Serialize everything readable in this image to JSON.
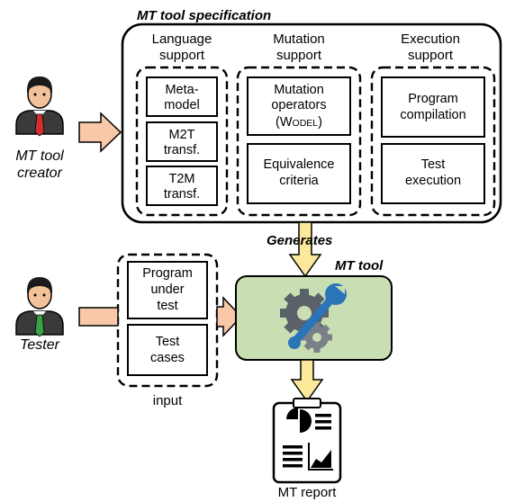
{
  "spec_title": "MT tool specification",
  "language_support": {
    "heading": [
      "Language",
      "support"
    ],
    "items": [
      {
        "lines": [
          "Meta-",
          "model"
        ]
      },
      {
        "lines": [
          "M2T",
          "transf."
        ]
      },
      {
        "lines": [
          "T2M",
          "transf."
        ]
      }
    ]
  },
  "mutation_support": {
    "heading": [
      "Mutation",
      "support"
    ],
    "items": [
      {
        "lines": [
          "Mutation",
          "operators"
        ],
        "paren_line": {
          "open": "(",
          "big1": "W",
          "small": "ODEL",
          "close": ")"
        }
      },
      {
        "lines": [
          "Equivalence",
          "criteria"
        ]
      }
    ]
  },
  "execution_support": {
    "heading": [
      "Execution",
      "support"
    ],
    "items": [
      {
        "lines": [
          "Program",
          "compilation"
        ]
      },
      {
        "lines": [
          "Test",
          "execution"
        ]
      }
    ]
  },
  "actors": {
    "creator": [
      "MT tool",
      "creator"
    ],
    "tester": "Tester"
  },
  "generates_label": "Generates",
  "input_box": {
    "items": [
      {
        "lines": [
          "Program",
          "under",
          "test"
        ]
      },
      {
        "lines": [
          "Test",
          "cases"
        ]
      }
    ],
    "label": "input"
  },
  "mt_tool_label": "MT tool",
  "report_label": "MT report",
  "colors": {
    "arrow_fill": "#f8c8a8",
    "yellow_arrow": "#fbe89a",
    "tool_box_fill": "#c9deb2",
    "gear_dark": "#5b6168",
    "wrench_blue": "#2a74b8",
    "skin": "#f3c29a",
    "hair": "#1a1a1a",
    "creator_tie": "#d03030",
    "tester_tie": "#3aa043"
  },
  "icons": [
    "person-icon",
    "gear-icon",
    "wrench-icon",
    "clipboard-report-icon"
  ]
}
